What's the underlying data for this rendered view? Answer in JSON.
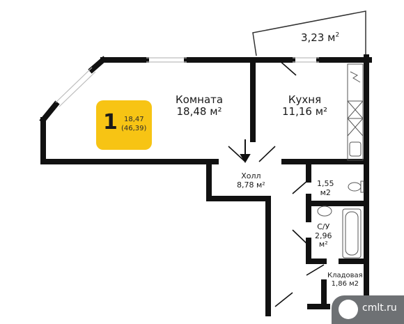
{
  "rooms": {
    "balcony": {
      "area": "3,23 м",
      "sup": "2"
    },
    "living": {
      "name": "Комната",
      "area": "18,48 м²"
    },
    "kitchen": {
      "name": "Кухня",
      "area": "11,16 м²"
    },
    "hall": {
      "name": "Холл",
      "area": "8,78 м²"
    },
    "wc": {
      "line1": "1,55",
      "line2": "м2"
    },
    "bathroom": {
      "line1": "С/У",
      "line2": "2,96",
      "line3": "м²"
    },
    "storage": {
      "name": "Кладовая",
      "area": "1,86 м2"
    }
  },
  "badge": {
    "rooms_count": "1",
    "living_area": "18,47",
    "total_area": "(46,39)",
    "color": "#f7c414"
  },
  "watermark": {
    "text": "cmlt.ru"
  },
  "colors": {
    "wall": "#111111",
    "window": "#c8c8c8"
  }
}
